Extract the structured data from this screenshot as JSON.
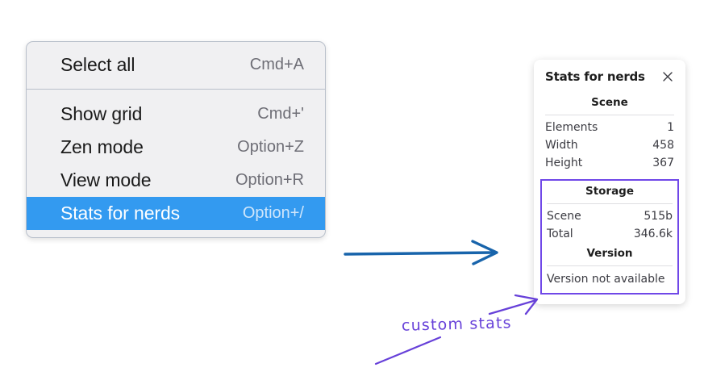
{
  "menu": {
    "groups": [
      {
        "items": [
          {
            "label": "Select all",
            "shortcut": "Cmd+A",
            "selected": false
          }
        ]
      },
      {
        "items": [
          {
            "label": "Show grid",
            "shortcut": "Cmd+'",
            "selected": false
          },
          {
            "label": "Zen mode",
            "shortcut": "Option+Z",
            "selected": false
          },
          {
            "label": "View mode",
            "shortcut": "Option+R",
            "selected": false
          },
          {
            "label": "Stats for nerds",
            "shortcut": "Option+/",
            "selected": true
          }
        ]
      }
    ],
    "highlight_color": "#339af0"
  },
  "stats_panel": {
    "title": "Stats for nerds",
    "close_icon": "close-icon",
    "scene": {
      "heading": "Scene",
      "rows": [
        {
          "label": "Elements",
          "value": "1"
        },
        {
          "label": "Width",
          "value": "458"
        },
        {
          "label": "Height",
          "value": "367"
        }
      ]
    },
    "storage": {
      "heading": "Storage",
      "rows": [
        {
          "label": "Scene",
          "value": "515b"
        },
        {
          "label": "Total",
          "value": "346.6k"
        }
      ]
    },
    "version": {
      "heading": "Version",
      "text": "Version not available"
    },
    "highlight_border_color": "#7048e8"
  },
  "annotations": {
    "handwriting_label": "custom stats",
    "blue_arrow_color": "#1864ab",
    "purple_color": "#6741d9"
  }
}
